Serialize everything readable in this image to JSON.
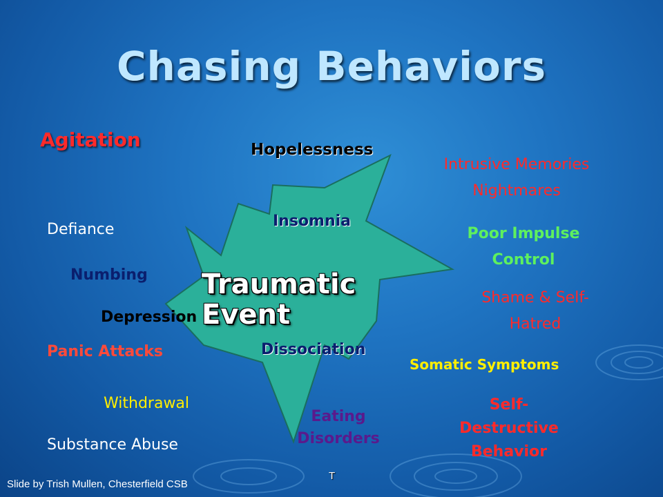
{
  "title": "Chasing Behaviors",
  "center": [
    "Traumatic",
    "Event"
  ],
  "labels": {
    "agitation": "Agitation",
    "hopelessness": "Hopelessness",
    "intrusive_memories": "Intrusive Memories",
    "nightmares": "Nightmares",
    "defiance": "Defiance",
    "insomnia": "Insomnia",
    "poor_impulse_1": "Poor Impulse",
    "poor_impulse_2": "Control",
    "numbing": "Numbing",
    "shame_1": "Shame & Self-",
    "shame_2": "Hatred",
    "depression": "Depression",
    "panic_attacks": "Panic Attacks",
    "dissociation": "Dissociation",
    "somatic": "Somatic Symptoms",
    "withdrawal": "Withdrawal",
    "self_destructive_1": "Self-",
    "self_destructive_2": "Destructive",
    "self_destructive_3": "Behavior",
    "eating_1": "Eating",
    "eating_2": "Disorders",
    "substance_abuse": "Substance Abuse"
  },
  "footer": {
    "credit": "Slide by Trish Mullen, Chesterfield CSB",
    "mark": "T"
  },
  "colors": {
    "burst_fill": "#2bb09a",
    "red": "#ff2a2a",
    "green": "#5ef05e",
    "yellow": "#ffee00",
    "navy": "#0a1f6e",
    "purple": "#5a1a8c",
    "white": "#ffffff"
  }
}
